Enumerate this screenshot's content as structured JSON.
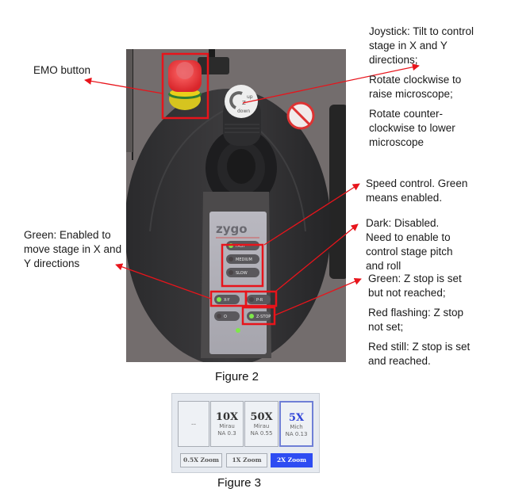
{
  "figure2": {
    "caption": "Figure 2",
    "logo": "zygo",
    "joystick_cap": {
      "top": "up",
      "mid": "Z",
      "bottom": "down"
    },
    "panel_buttons": [
      {
        "label": "FAST",
        "led": "green"
      },
      {
        "label": "MEDIUM",
        "led": "dark"
      },
      {
        "label": "SLOW",
        "led": "dark"
      },
      {
        "label": "X-Y",
        "led": "green"
      },
      {
        "label": "P-R",
        "led": "dark"
      },
      {
        "label": "O",
        "led": "dark"
      },
      {
        "label": "Z-STOP",
        "led": "green"
      }
    ],
    "annotations": {
      "emo": {
        "lines": [
          "EMO button"
        ]
      },
      "joystick": {
        "paragraphs": [
          [
            "Joystick: Tilt to control",
            "stage in X and Y",
            "directions;"
          ],
          [
            "Rotate clockwise to",
            "raise microscope;"
          ],
          [
            "Rotate counter-",
            "clockwise to lower",
            "microscope"
          ]
        ]
      },
      "speed": {
        "paragraphs": [
          [
            "Speed control. Green",
            "means enabled."
          ]
        ]
      },
      "pitch_roll": {
        "paragraphs": [
          [
            "Dark: Disabled.",
            "Need to enable to",
            "control stage pitch",
            "and roll"
          ]
        ]
      },
      "zstop": {
        "paragraphs": [
          [
            "Green: Z stop is set",
            "but not reached;"
          ],
          [
            "Red flashing: Z stop",
            "not set;"
          ],
          [
            "Red still: Z stop is set",
            "and reached."
          ]
        ]
      },
      "xy": {
        "paragraphs": [
          [
            "Green: Enabled to",
            "move stage in X and",
            "Y directions"
          ]
        ]
      }
    },
    "colors": {
      "highlight": "#e8141b",
      "led_green": "#7ee84a",
      "led_dark": "#4a4446"
    }
  },
  "figure3": {
    "caption": "Figure 3",
    "objectives": [
      {
        "mag": "--",
        "type": "",
        "na": "",
        "selected": false
      },
      {
        "mag": "10X",
        "type": "Mirau",
        "na": "NA 0.3",
        "selected": false
      },
      {
        "mag": "50X",
        "type": "Mirau",
        "na": "NA 0.55",
        "selected": false
      },
      {
        "mag": "5X",
        "type": "Mich",
        "na": "NA 0.13",
        "selected": true
      }
    ],
    "zoom_buttons": [
      {
        "label": "0.5X Zoom",
        "selected": false
      },
      {
        "label": "1X Zoom",
        "selected": false
      },
      {
        "label": "2X Zoom",
        "selected": true
      }
    ],
    "colors": {
      "selected_bg": "#2e4cf2",
      "selected_text": "#2f44d8"
    }
  }
}
